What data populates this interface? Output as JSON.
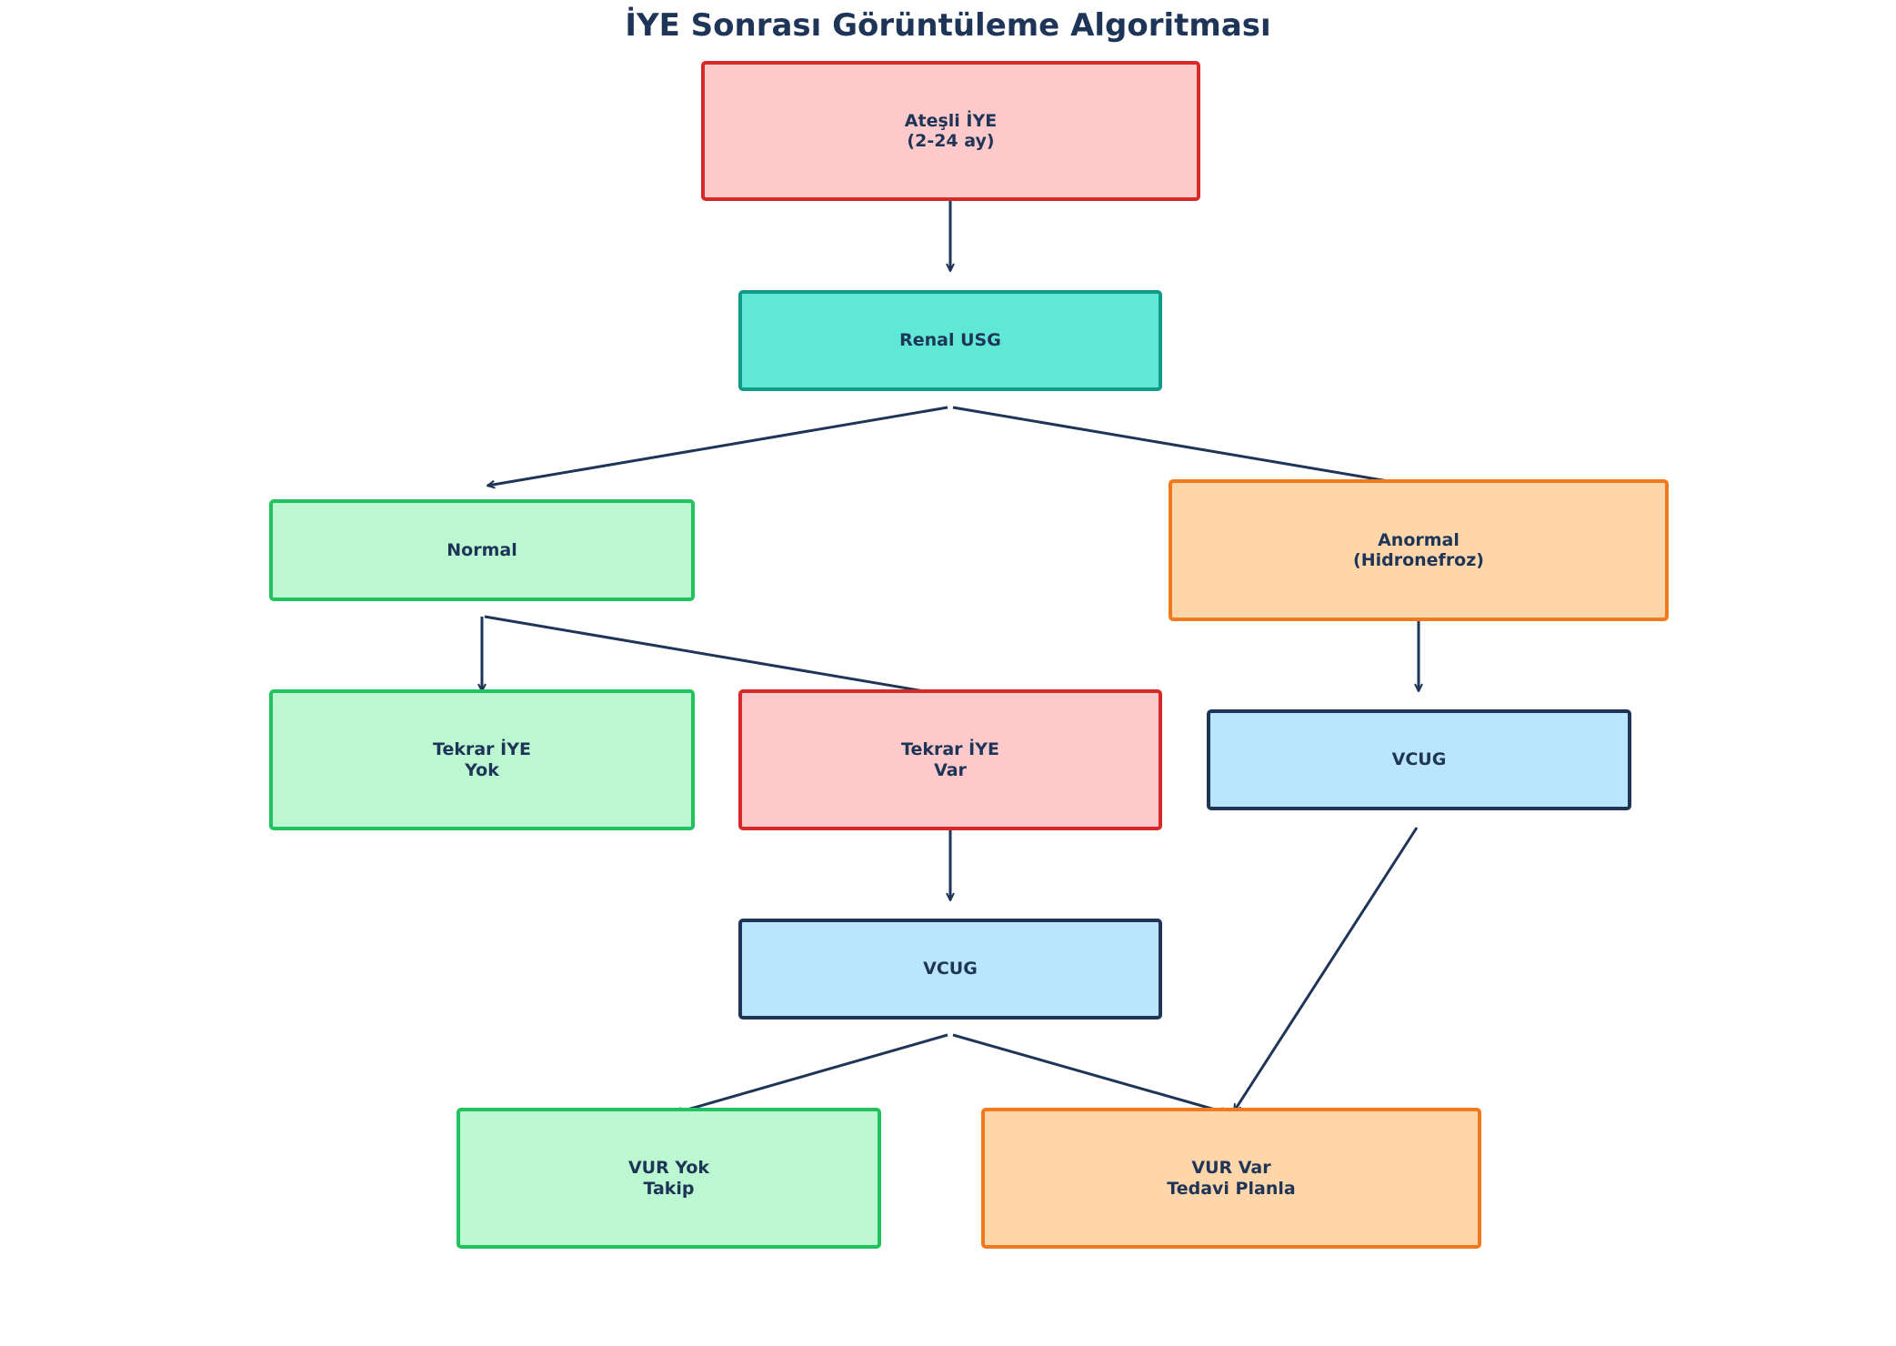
{
  "title": "İYE Sonrası Görüntüleme Algoritması",
  "nodes": {
    "febrile_uti": "Ateşli İYE\n(2-24 ay)",
    "renal_usg": "Renal USG",
    "normal": "Normal",
    "abnormal": "Anormal\n(Hidronefroz)",
    "no_recurrence": "Tekrar İYE\nYok",
    "recurrence": "Tekrar İYE\nVar",
    "vcug_right": "VCUG",
    "vcug_center": "VCUG",
    "no_vur": "VUR Yok\nTakip",
    "vur": "VUR Var\nTedavi Planla"
  },
  "colors": {
    "title_text": "#1e3557",
    "red_fill": "#fdc9ca",
    "red_border": "#d62a2a",
    "teal_fill": "#5ee8d5",
    "teal_border": "#11998a",
    "green_fill": "#bbf7d1",
    "green_border": "#22c35e",
    "orange_fill": "#fed6aa",
    "orange_border": "#f27a1e",
    "blue_fill": "#bae6fd",
    "blue_border": "#1e3557",
    "arrow": "#1e3557"
  }
}
